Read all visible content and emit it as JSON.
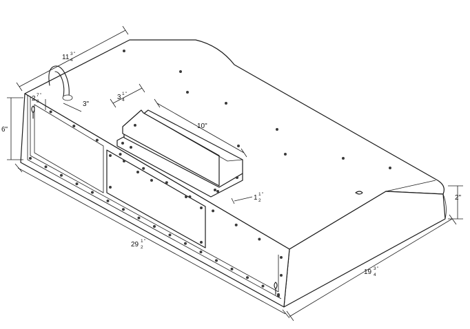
{
  "dimensions": {
    "width": {
      "whole": "29",
      "num": "1",
      "den": "2",
      "unit": "\""
    },
    "depth": {
      "whole": "19",
      "num": "3",
      "den": "4",
      "unit": "\""
    },
    "height": {
      "text": "6\""
    },
    "front_height": {
      "text": "2\""
    },
    "back_width": {
      "whole": "11",
      "num": "3",
      "den": "4",
      "unit": "\""
    },
    "duct_length": {
      "text": "10\""
    },
    "duct_depth": {
      "whole": "3",
      "num": "1",
      "den": "4",
      "unit": "\""
    },
    "duct_offset": {
      "whole": "1",
      "num": "1",
      "den": "2",
      "unit": "\""
    },
    "cable_offset": {
      "text": "3\""
    },
    "cable_height": {
      "whole": "2",
      "num": "7",
      "den": "8",
      "unit": "\""
    }
  },
  "colors": {
    "line": "#1a1a1a",
    "screw": "#3a3a3a",
    "background": "#ffffff"
  }
}
